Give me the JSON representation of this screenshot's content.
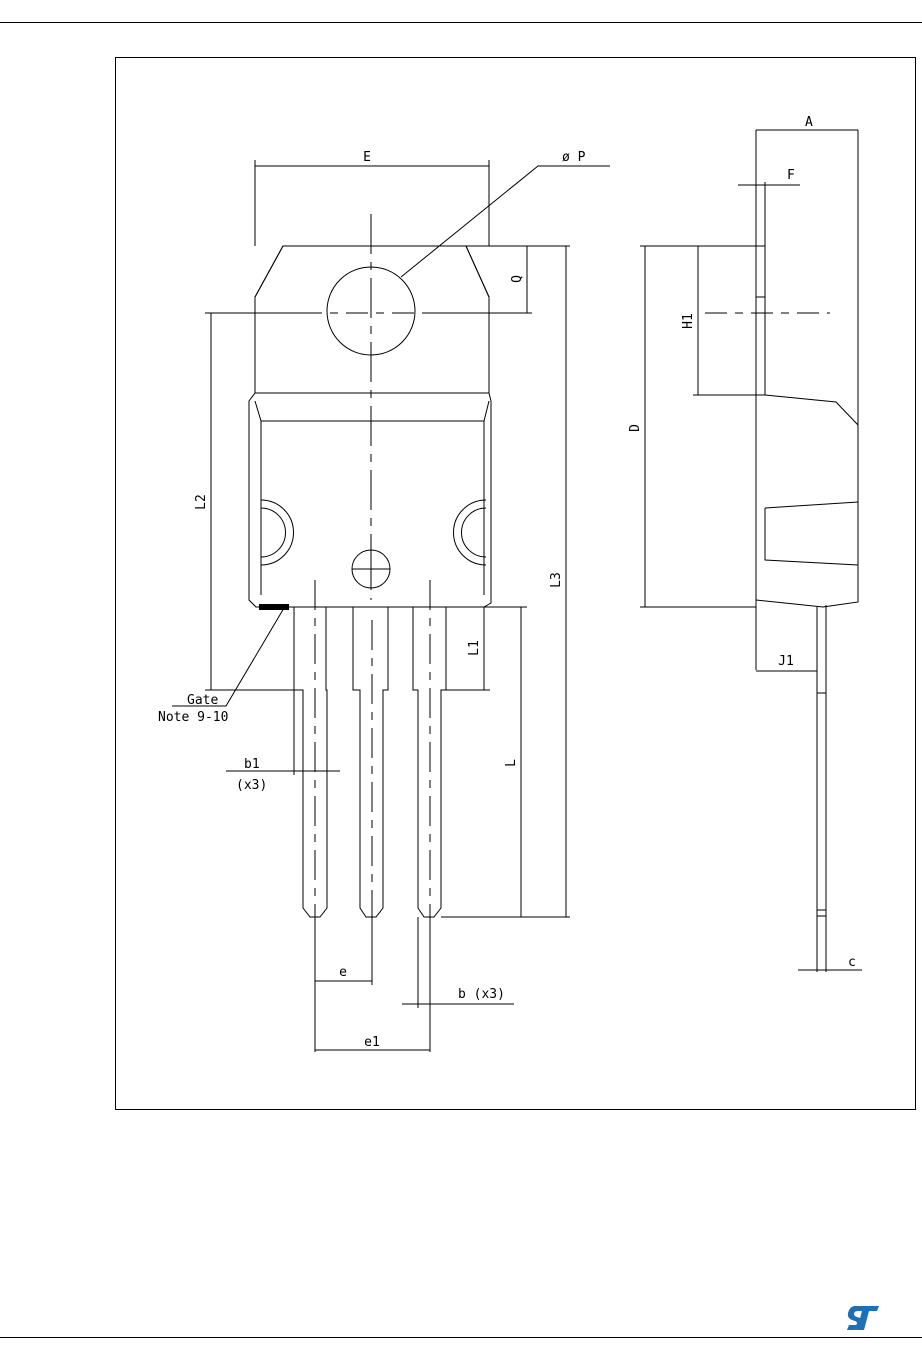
{
  "labels": {
    "E": "E",
    "phiP": "ø P",
    "A": "A",
    "F": "F",
    "Q": "Q",
    "H1": "H1",
    "D": "D",
    "L2": "L2",
    "L3": "L3",
    "L1": "L1",
    "J1": "J1",
    "L": "L",
    "gate": "Gate",
    "note": "Note 9-10",
    "b1": "b1",
    "b1x3": "(x3)",
    "e": "e",
    "bx3": "b (x3)",
    "c": "c",
    "e1": "e1"
  },
  "logo": {
    "text": "ST",
    "color": "#1d6fb8"
  }
}
